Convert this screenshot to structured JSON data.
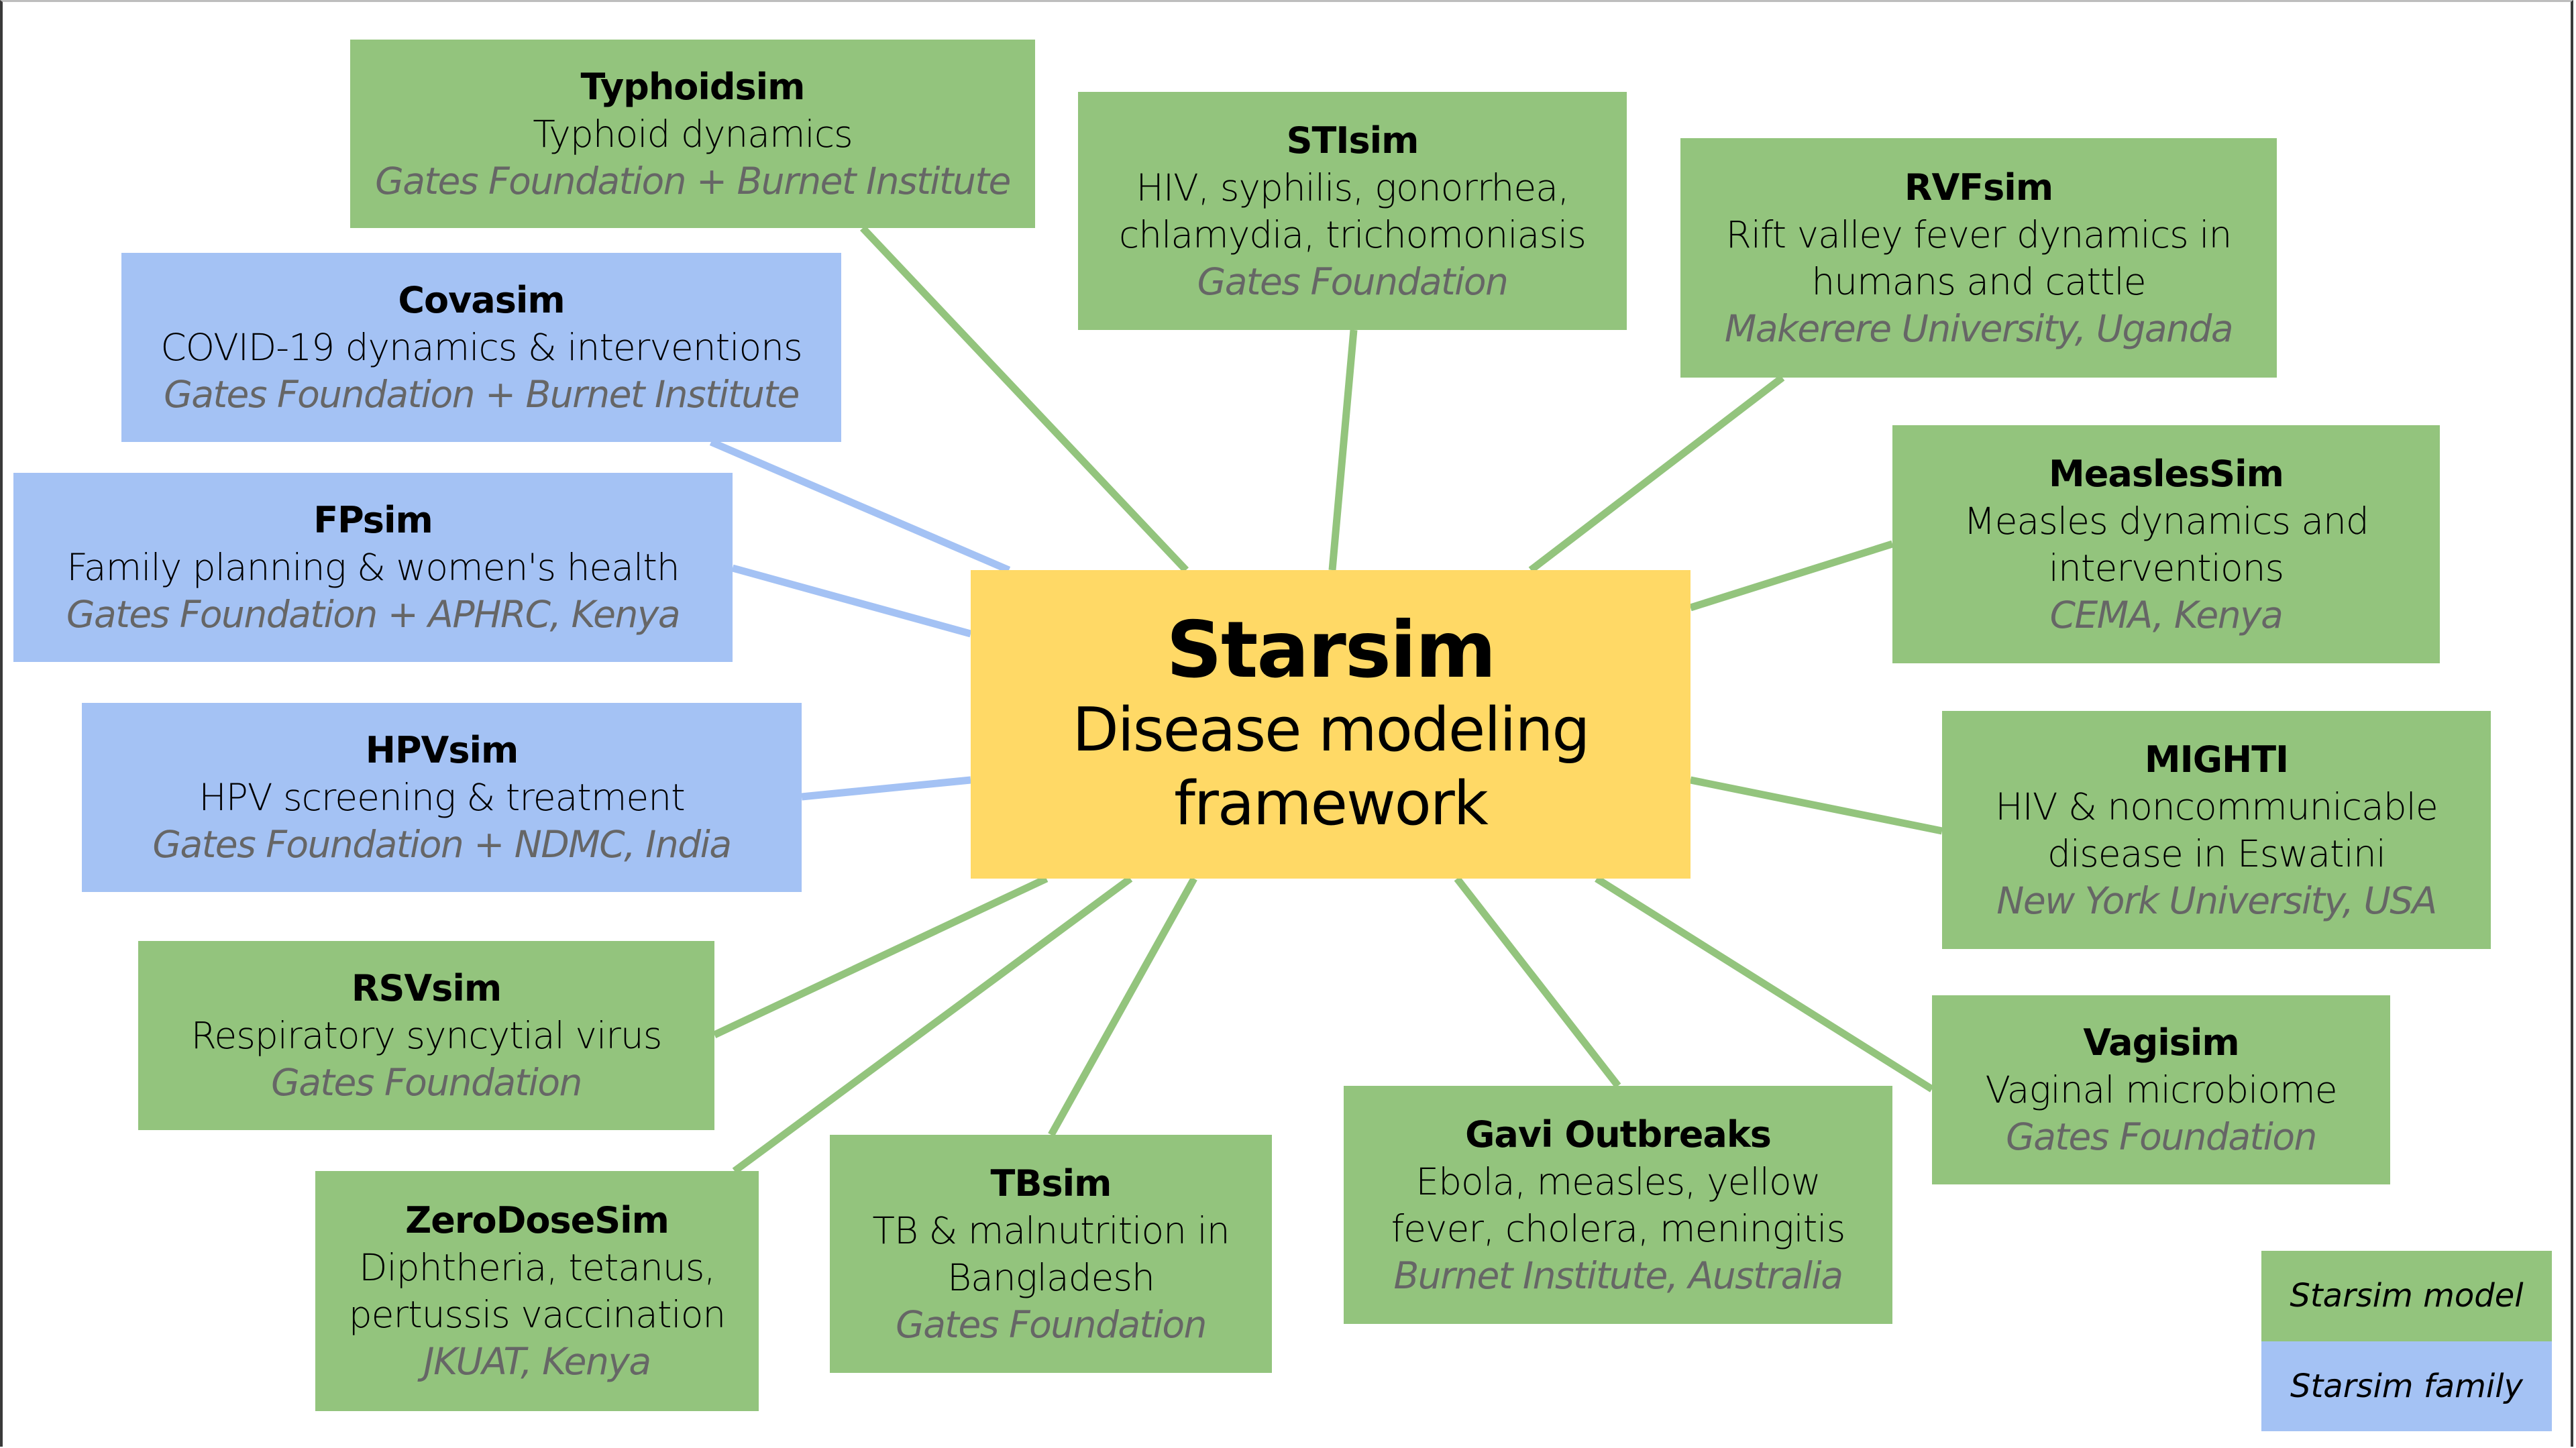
{
  "colors": {
    "model": "#93c47d",
    "family": "#a4c2f4",
    "center": "#ffd966",
    "org_text": "#666666"
  },
  "center": {
    "title": "Starsim",
    "subtitle_line1": "Disease modeling",
    "subtitle_line2": "framework"
  },
  "nodes": [
    {
      "id": "typhoidsim",
      "type": "model",
      "name": "Typhoidsim",
      "desc": [
        "Typhoid dynamics"
      ],
      "org": "Gates Foundation + Burnet Institute"
    },
    {
      "id": "covasim",
      "type": "family",
      "name": "Covasim",
      "desc": [
        "COVID-19 dynamics & interventions"
      ],
      "org": "Gates Foundation + Burnet Institute"
    },
    {
      "id": "fpsim",
      "type": "family",
      "name": "FPsim",
      "desc": [
        "Family planning & women's health"
      ],
      "org": "Gates Foundation + APHRC, Kenya"
    },
    {
      "id": "hpvsim",
      "type": "family",
      "name": "HPVsim",
      "desc": [
        "HPV screening & treatment"
      ],
      "org": "Gates Foundation + NDMC, India"
    },
    {
      "id": "rsvsim",
      "type": "model",
      "name": "RSVsim",
      "desc": [
        "Respiratory syncytial virus"
      ],
      "org": "Gates Foundation"
    },
    {
      "id": "zerodosesim",
      "type": "model",
      "name": "ZeroDoseSim",
      "desc": [
        "Diphtheria, tetanus,",
        "pertussis vaccination"
      ],
      "org": "JKUAT, Kenya"
    },
    {
      "id": "tbsim",
      "type": "model",
      "name": "TBsim",
      "desc": [
        "TB & malnutrition in",
        "Bangladesh"
      ],
      "org": "Gates Foundation"
    },
    {
      "id": "gavi",
      "type": "model",
      "name": "Gavi Outbreaks",
      "desc": [
        "Ebola, measles, yellow",
        "fever, cholera, meningitis"
      ],
      "org": "Burnet Institute, Australia"
    },
    {
      "id": "vagisim",
      "type": "model",
      "name": "Vagisim",
      "desc": [
        "Vaginal microbiome"
      ],
      "org": "Gates Foundation"
    },
    {
      "id": "mighti",
      "type": "model",
      "name": "MIGHTI",
      "desc": [
        "HIV & noncommunicable",
        "disease in Eswatini"
      ],
      "org": "New York University, USA"
    },
    {
      "id": "measlessim",
      "type": "model",
      "name": "MeaslesSim",
      "desc": [
        "Measles dynamics and",
        "interventions"
      ],
      "org": "CEMA, Kenya"
    },
    {
      "id": "rvfsim",
      "type": "model",
      "name": "RVFsim",
      "desc": [
        "Rift valley fever dynamics in",
        "humans and cattle"
      ],
      "org": "Makerere University, Uganda"
    },
    {
      "id": "stisim",
      "type": "model",
      "name": "STIsim",
      "desc": [
        "HIV, syphilis, gonorrhea,",
        "chlamydia, trichomoniasis"
      ],
      "org": "Gates Foundation"
    }
  ],
  "legend": {
    "model_label": "Starsim model",
    "family_label": "Starsim family"
  }
}
